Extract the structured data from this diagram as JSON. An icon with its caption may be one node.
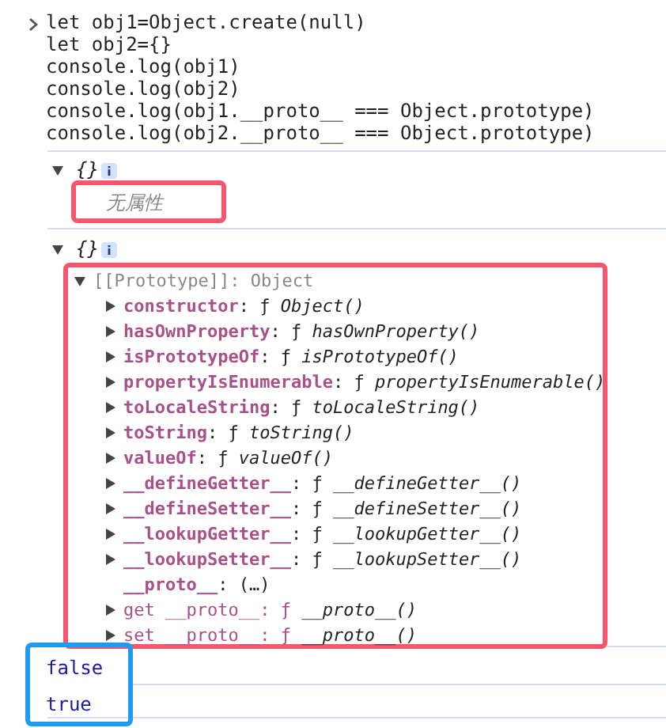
{
  "diagram": {
    "nodes": [
      {
        "text": [
          "无属性"
        ]
      },
      {
        "text": [
          "[[Prototype]]: Object",
          "**constructor**: ƒ *Object()*",
          "**hasOwnProperty**: ƒ *hasOwnProperty()*",
          "**isPrototypeOf**: ƒ *isPrototypeOf()*",
          "**propertyIsEnumerable**: ƒ *propertyIsEnumerable()*",
          "**toLocaleString**: ƒ *toLocaleString()*",
          "**toString**: ƒ *toString()*",
          "**valueOf**: ƒ *valueOf()*",
          "**__defineGetter__**: ƒ *__defineGetter__()*",
          "**__defineSetter__**: ƒ *__defineSetter__()*",
          "**__lookupGetter__**: ƒ *__lookupGetter__()*",
          "**__lookupSetter__**: ƒ *__lookupSetter__()*",
          "**__proto__**: (…)",
          "get __proto__: ƒ *__proto__()*",
          "set __proto__: ƒ *__proto__()*"
        ]
      },
      {
        "text": [
          "false",
          "true"
        ]
      }
    ],
    "labels": [
      "let obj1=Object.create(null)",
      "let obj2={}",
      "console.log(obj1)",
      "console.log(obj2)",
      "console.log(obj1.__proto__ === Object.prototype)",
      "console.log(obj2.__proto__ === Object.prototype)",
      "{}",
      "{}"
    ]
  }
}
